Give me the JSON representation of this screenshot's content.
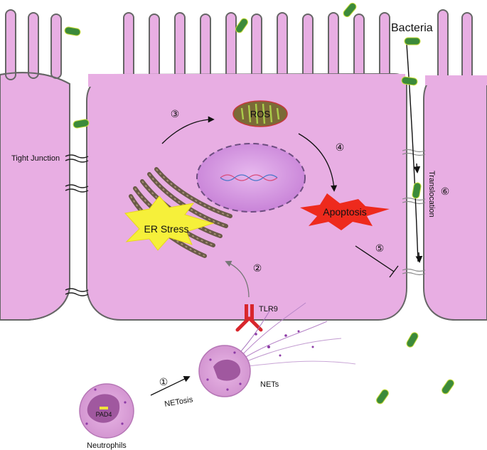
{
  "labels": {
    "bacteria": "Bacteria",
    "tight_junction": "Tight Junction",
    "ros": "ROS",
    "er_stress": "ER Stress",
    "apoptosis": "Apoptosis",
    "translocation": "Translocation",
    "tlr9": "TLR9",
    "nets": "NETs",
    "netosis": "NETosis",
    "pad4": "PAD4",
    "neutrophils": "Neutrophils"
  },
  "steps": {
    "s1": "①",
    "s2": "②",
    "s3": "③",
    "s4": "④",
    "s5": "⑤",
    "s6": "⑥"
  },
  "colors": {
    "cell_fill": "#e8aee3",
    "cell_stroke": "#666666",
    "nucleus": "#d690e0",
    "er_stress_burst": "#f6f03a",
    "apoptosis_burst": "#ee2a1d",
    "ros_mito": "#7b6a37",
    "bacteria": "#3c8a3a",
    "tlr9": "#d8262c",
    "neutrophil": "#d99ad7"
  }
}
